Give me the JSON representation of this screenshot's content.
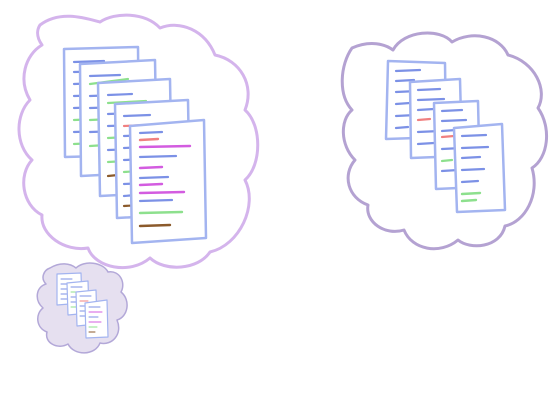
{
  "colors": {
    "background": "#ffffff",
    "cloud_large_stroke": "#d4b4ec",
    "cloud_medium_stroke": "#b4a2d2",
    "cloud_small_stroke": "#b3a8d8",
    "cloud_small_fill": "#e6e0f0",
    "document_border": "#a3b4f0",
    "document_fill": "#ffffff",
    "line_blue": "#7c91e6",
    "line_green": "#8de08d",
    "line_red": "#f08080",
    "line_magenta": "#d35ce0",
    "line_brown": "#8b5a2b"
  },
  "icons": {
    "cloud": "thought-cloud-icon",
    "document": "document-page-icon"
  },
  "clouds": [
    {
      "name": "large-cloud",
      "document_count": 5
    },
    {
      "name": "medium-cloud",
      "document_count": 4
    },
    {
      "name": "small-cloud",
      "document_count": 4
    }
  ]
}
